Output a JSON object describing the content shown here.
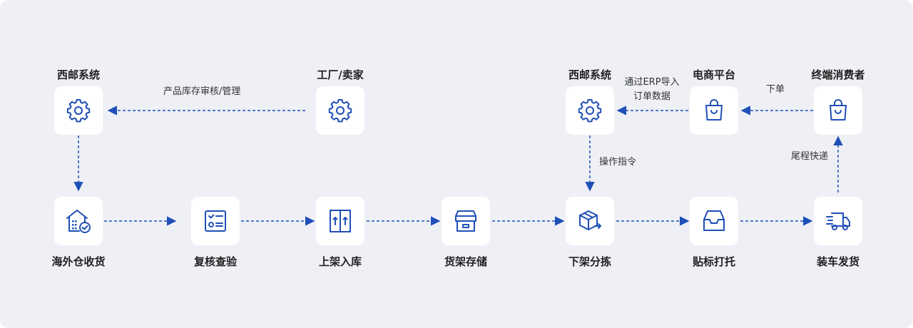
{
  "colors": {
    "background": "#eef0f5",
    "node": "#ffffff",
    "accent": "#1f4fb8",
    "text": "#1f1f1f"
  },
  "top_nodes": {
    "xiyou_left": {
      "title": "西邮系统",
      "icon": "gear-icon"
    },
    "factory_seller": {
      "title": "工厂/卖家",
      "icon": "gear-icon"
    },
    "xiyou_right": {
      "title": "西邮系统",
      "icon": "gear-icon"
    },
    "ecommerce": {
      "title": "电商平台",
      "icon": "shopping-bag-icon"
    },
    "consumer": {
      "title": "终端消费者",
      "icon": "shopping-bag-icon"
    }
  },
  "flow_steps": [
    {
      "label": "海外仓收货",
      "icon": "warehouse-check-icon"
    },
    {
      "label": "复核查验",
      "icon": "checklist-icon"
    },
    {
      "label": "上架入库",
      "icon": "shelf-up-icon"
    },
    {
      "label": "货架存储",
      "icon": "storage-box-icon"
    },
    {
      "label": "下架分拣",
      "icon": "box-out-icon"
    },
    {
      "label": "贴标打托",
      "icon": "inbox-tray-icon"
    },
    {
      "label": "装车发货",
      "icon": "delivery-truck-icon"
    }
  ],
  "edge_labels": {
    "product_review": "产品库存审核/管理",
    "erp_line1": "通过ERP导入",
    "erp_line2": "订单数据",
    "place_order": "下单",
    "operation_command": "操作指令",
    "last_mile": "尾程快递"
  }
}
